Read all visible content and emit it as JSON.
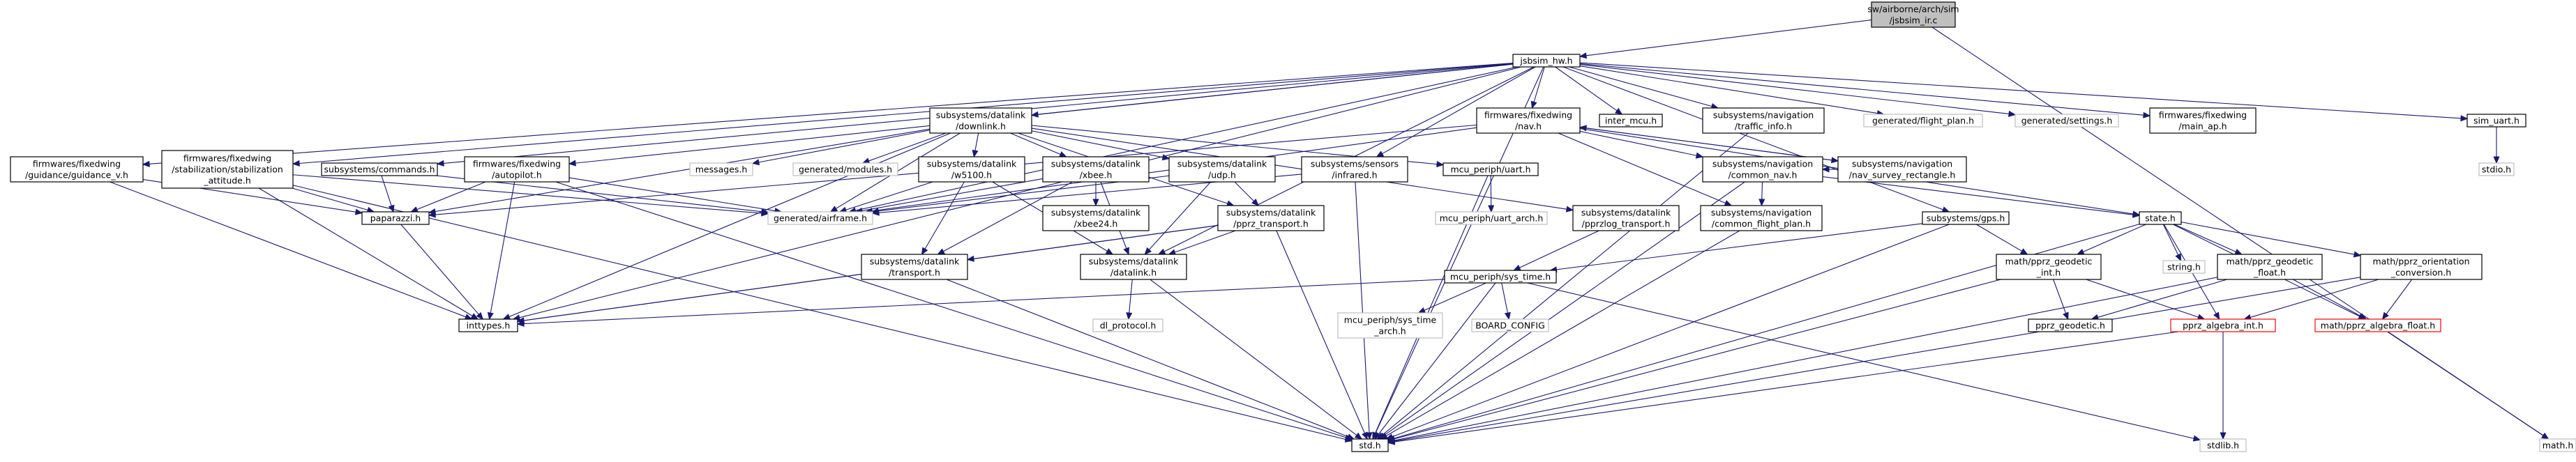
{
  "diagram": {
    "colors": {
      "edge": "#191970",
      "node_border": "#000000",
      "node_border_missing": "#bfbfbf",
      "node_border_warning": "#ff0000",
      "node_fill": "#ffffff",
      "root_fill": "#bfbfbf",
      "text": "#000000"
    },
    "nodes": [
      {
        "id": "root",
        "lines": [
          "sw/airborne/arch/sim",
          "/jsbsim_ir.c"
        ],
        "style": "root"
      },
      {
        "id": "jsbsim_hw",
        "lines": [
          "jsbsim_hw.h"
        ],
        "style": "normal"
      },
      {
        "id": "math_h",
        "lines": [
          "math.h"
        ],
        "style": "missing"
      },
      {
        "id": "guidance_v",
        "lines": [
          "firmwares/fixedwing",
          "/guidance/guidance_v.h"
        ],
        "style": "normal"
      },
      {
        "id": "stab_att",
        "lines": [
          "firmwares/fixedwing",
          "/stabilization/stabilization",
          "_attitude.h"
        ],
        "style": "normal"
      },
      {
        "id": "commands",
        "lines": [
          "subsystems/commands.h"
        ],
        "style": "normal"
      },
      {
        "id": "autopilot",
        "lines": [
          "firmwares/fixedwing",
          "/autopilot.h"
        ],
        "style": "normal"
      },
      {
        "id": "downlink",
        "lines": [
          "subsystems/datalink",
          "/downlink.h"
        ],
        "style": "normal"
      },
      {
        "id": "infrared",
        "lines": [
          "subsystems/sensors",
          "/infrared.h"
        ],
        "style": "normal"
      },
      {
        "id": "nav",
        "lines": [
          "firmwares/fixedwing",
          "/nav.h"
        ],
        "style": "normal"
      },
      {
        "id": "inter_mcu",
        "lines": [
          "inter_mcu.h"
        ],
        "style": "normal"
      },
      {
        "id": "traffic_info",
        "lines": [
          "subsystems/navigation",
          "/traffic_info.h"
        ],
        "style": "normal"
      },
      {
        "id": "flight_plan",
        "lines": [
          "generated/flight_plan.h"
        ],
        "style": "missing"
      },
      {
        "id": "settings",
        "lines": [
          "generated/settings.h"
        ],
        "style": "missing"
      },
      {
        "id": "main_ap",
        "lines": [
          "firmwares/fixedwing",
          "/main_ap.h"
        ],
        "style": "normal"
      },
      {
        "id": "sim_uart",
        "lines": [
          "sim_uart.h"
        ],
        "style": "normal"
      },
      {
        "id": "stdio",
        "lines": [
          "stdio.h"
        ],
        "style": "missing"
      },
      {
        "id": "messages",
        "lines": [
          "messages.h"
        ],
        "style": "missing"
      },
      {
        "id": "modules",
        "lines": [
          "generated/modules.h"
        ],
        "style": "missing"
      },
      {
        "id": "w5100",
        "lines": [
          "subsystems/datalink",
          "/w5100.h"
        ],
        "style": "normal"
      },
      {
        "id": "xbee",
        "lines": [
          "subsystems/datalink",
          "/xbee.h"
        ],
        "style": "normal"
      },
      {
        "id": "udp",
        "lines": [
          "subsystems/datalink",
          "/udp.h"
        ],
        "style": "normal"
      },
      {
        "id": "uart",
        "lines": [
          "mcu_periph/uart.h"
        ],
        "style": "normal"
      },
      {
        "id": "common_nav",
        "lines": [
          "subsystems/navigation",
          "/common_nav.h"
        ],
        "style": "normal"
      },
      {
        "id": "nav_survey",
        "lines": [
          "subsystems/navigation",
          "/nav_survey_rectangle.h"
        ],
        "style": "normal"
      },
      {
        "id": "paparazzi",
        "lines": [
          "paparazzi.h"
        ],
        "style": "normal"
      },
      {
        "id": "airframe",
        "lines": [
          "generated/airframe.h"
        ],
        "style": "missing"
      },
      {
        "id": "xbee24",
        "lines": [
          "subsystems/datalink",
          "/xbee24.h"
        ],
        "style": "normal"
      },
      {
        "id": "pprz_transport",
        "lines": [
          "subsystems/datalink",
          "/pprz_transport.h"
        ],
        "style": "normal"
      },
      {
        "id": "uart_arch",
        "lines": [
          "mcu_periph/uart_arch.h"
        ],
        "style": "missing"
      },
      {
        "id": "pprzlog",
        "lines": [
          "subsystems/datalink",
          "/pprzlog_transport.h"
        ],
        "style": "normal"
      },
      {
        "id": "common_fp",
        "lines": [
          "subsystems/navigation",
          "/common_flight_plan.h"
        ],
        "style": "normal"
      },
      {
        "id": "gps",
        "lines": [
          "subsystems/gps.h"
        ],
        "style": "normal"
      },
      {
        "id": "state",
        "lines": [
          "state.h"
        ],
        "style": "normal"
      },
      {
        "id": "transport",
        "lines": [
          "subsystems/datalink",
          "/transport.h"
        ],
        "style": "normal"
      },
      {
        "id": "datalink",
        "lines": [
          "subsystems/datalink",
          "/datalink.h"
        ],
        "style": "normal"
      },
      {
        "id": "sys_time",
        "lines": [
          "mcu_periph/sys_time.h"
        ],
        "style": "normal"
      },
      {
        "id": "geodetic_int",
        "lines": [
          "math/pprz_geodetic",
          "_int.h"
        ],
        "style": "normal"
      },
      {
        "id": "string",
        "lines": [
          "string.h"
        ],
        "style": "missing"
      },
      {
        "id": "geodetic_float",
        "lines": [
          "math/pprz_geodetic",
          "_float.h"
        ],
        "style": "normal"
      },
      {
        "id": "orientation",
        "lines": [
          "math/pprz_orientation",
          "_conversion.h"
        ],
        "style": "normal"
      },
      {
        "id": "inttypes",
        "lines": [
          "inttypes.h"
        ],
        "style": "normal"
      },
      {
        "id": "dl_protocol",
        "lines": [
          "dl_protocol.h"
        ],
        "style": "missing"
      },
      {
        "id": "sys_time_arch",
        "lines": [
          "mcu_periph/sys_time",
          "_arch.h"
        ],
        "style": "missing"
      },
      {
        "id": "board_config",
        "lines": [
          "BOARD_CONFIG"
        ],
        "style": "missing"
      },
      {
        "id": "pprz_geodetic",
        "lines": [
          "pprz_geodetic.h"
        ],
        "style": "normal"
      },
      {
        "id": "algebra_int",
        "lines": [
          "pprz_algebra_int.h"
        ],
        "style": "warning"
      },
      {
        "id": "algebra_float",
        "lines": [
          "math/pprz_algebra_float.h"
        ],
        "style": "warning"
      },
      {
        "id": "std",
        "lines": [
          "std.h"
        ],
        "style": "normal"
      },
      {
        "id": "stdlib",
        "lines": [
          "stdlib.h"
        ],
        "style": "missing"
      }
    ],
    "edges": [
      [
        "root",
        "jsbsim_hw"
      ],
      [
        "root",
        "math_h"
      ],
      [
        "jsbsim_hw",
        "guidance_v"
      ],
      [
        "jsbsim_hw",
        "stab_att"
      ],
      [
        "jsbsim_hw",
        "commands"
      ],
      [
        "jsbsim_hw",
        "autopilot"
      ],
      [
        "jsbsim_hw",
        "downlink"
      ],
      [
        "jsbsim_hw",
        "infrared"
      ],
      [
        "jsbsim_hw",
        "nav"
      ],
      [
        "jsbsim_hw",
        "inter_mcu"
      ],
      [
        "jsbsim_hw",
        "traffic_info"
      ],
      [
        "jsbsim_hw",
        "flight_plan"
      ],
      [
        "jsbsim_hw",
        "settings"
      ],
      [
        "jsbsim_hw",
        "main_ap"
      ],
      [
        "jsbsim_hw",
        "sim_uart"
      ],
      [
        "jsbsim_hw",
        "gps"
      ],
      [
        "jsbsim_hw",
        "airframe"
      ],
      [
        "jsbsim_hw",
        "inttypes"
      ],
      [
        "jsbsim_hw",
        "datalink"
      ],
      [
        "jsbsim_hw",
        "std"
      ],
      [
        "sim_uart",
        "stdio"
      ],
      [
        "guidance_v",
        "paparazzi"
      ],
      [
        "guidance_v",
        "inttypes"
      ],
      [
        "stab_att",
        "paparazzi"
      ],
      [
        "stab_att",
        "airframe"
      ],
      [
        "stab_att",
        "inttypes"
      ],
      [
        "stab_att",
        "std"
      ],
      [
        "commands",
        "paparazzi"
      ],
      [
        "commands",
        "airframe"
      ],
      [
        "autopilot",
        "paparazzi"
      ],
      [
        "autopilot",
        "airframe"
      ],
      [
        "autopilot",
        "inttypes"
      ],
      [
        "autopilot",
        "std"
      ],
      [
        "downlink",
        "messages"
      ],
      [
        "downlink",
        "modules"
      ],
      [
        "downlink",
        "w5100"
      ],
      [
        "downlink",
        "xbee"
      ],
      [
        "downlink",
        "udp"
      ],
      [
        "downlink",
        "uart"
      ],
      [
        "downlink",
        "pprz_transport"
      ],
      [
        "downlink",
        "pprzlog"
      ],
      [
        "downlink",
        "airframe"
      ],
      [
        "downlink",
        "paparazzi"
      ],
      [
        "downlink",
        "inttypes"
      ],
      [
        "infrared",
        "airframe"
      ],
      [
        "infrared",
        "std"
      ],
      [
        "nav",
        "common_nav"
      ],
      [
        "nav",
        "nav_survey"
      ],
      [
        "nav",
        "common_fp"
      ],
      [
        "nav",
        "state"
      ],
      [
        "nav",
        "airframe"
      ],
      [
        "nav",
        "paparazzi"
      ],
      [
        "nav_survey",
        "nav"
      ],
      [
        "nav_survey",
        "common_nav"
      ],
      [
        "common_nav",
        "common_fp"
      ],
      [
        "common_nav",
        "state"
      ],
      [
        "common_nav",
        "std"
      ],
      [
        "common_fp",
        "std"
      ],
      [
        "traffic_info",
        "std"
      ],
      [
        "w5100",
        "transport"
      ],
      [
        "w5100",
        "datalink"
      ],
      [
        "w5100",
        "airframe"
      ],
      [
        "xbee",
        "xbee24"
      ],
      [
        "xbee",
        "transport"
      ],
      [
        "xbee",
        "datalink"
      ],
      [
        "xbee",
        "airframe"
      ],
      [
        "udp",
        "pprz_transport"
      ],
      [
        "udp",
        "datalink"
      ],
      [
        "udp",
        "airframe"
      ],
      [
        "uart",
        "uart_arch"
      ],
      [
        "uart",
        "std"
      ],
      [
        "pprz_transport",
        "transport"
      ],
      [
        "pprz_transport",
        "datalink"
      ],
      [
        "pprz_transport",
        "inttypes"
      ],
      [
        "pprz_transport",
        "std"
      ],
      [
        "pprzlog",
        "sys_time"
      ],
      [
        "paparazzi",
        "inttypes"
      ],
      [
        "transport",
        "inttypes"
      ],
      [
        "transport",
        "std"
      ],
      [
        "datalink",
        "dl_protocol"
      ],
      [
        "datalink",
        "std"
      ],
      [
        "sys_time",
        "inttypes"
      ],
      [
        "sys_time",
        "sys_time_arch"
      ],
      [
        "sys_time",
        "board_config"
      ],
      [
        "sys_time",
        "std"
      ],
      [
        "sys_time",
        "stdlib"
      ],
      [
        "gps",
        "sys_time"
      ],
      [
        "gps",
        "geodetic_int"
      ],
      [
        "gps",
        "std"
      ],
      [
        "state",
        "geodetic_int"
      ],
      [
        "state",
        "geodetic_float"
      ],
      [
        "state",
        "orientation"
      ],
      [
        "state",
        "string"
      ],
      [
        "state",
        "algebra_int"
      ],
      [
        "state",
        "algebra_float"
      ],
      [
        "state",
        "std"
      ],
      [
        "geodetic_int",
        "pprz_geodetic"
      ],
      [
        "geodetic_int",
        "algebra_int"
      ],
      [
        "geodetic_int",
        "std"
      ],
      [
        "geodetic_float",
        "pprz_geodetic"
      ],
      [
        "geodetic_float",
        "algebra_float"
      ],
      [
        "geodetic_float",
        "std"
      ],
      [
        "orientation",
        "algebra_int"
      ],
      [
        "orientation",
        "algebra_float"
      ],
      [
        "orientation",
        "std"
      ],
      [
        "algebra_int",
        "std"
      ],
      [
        "algebra_int",
        "stdlib"
      ],
      [
        "algebra_float",
        "math_h"
      ]
    ]
  }
}
